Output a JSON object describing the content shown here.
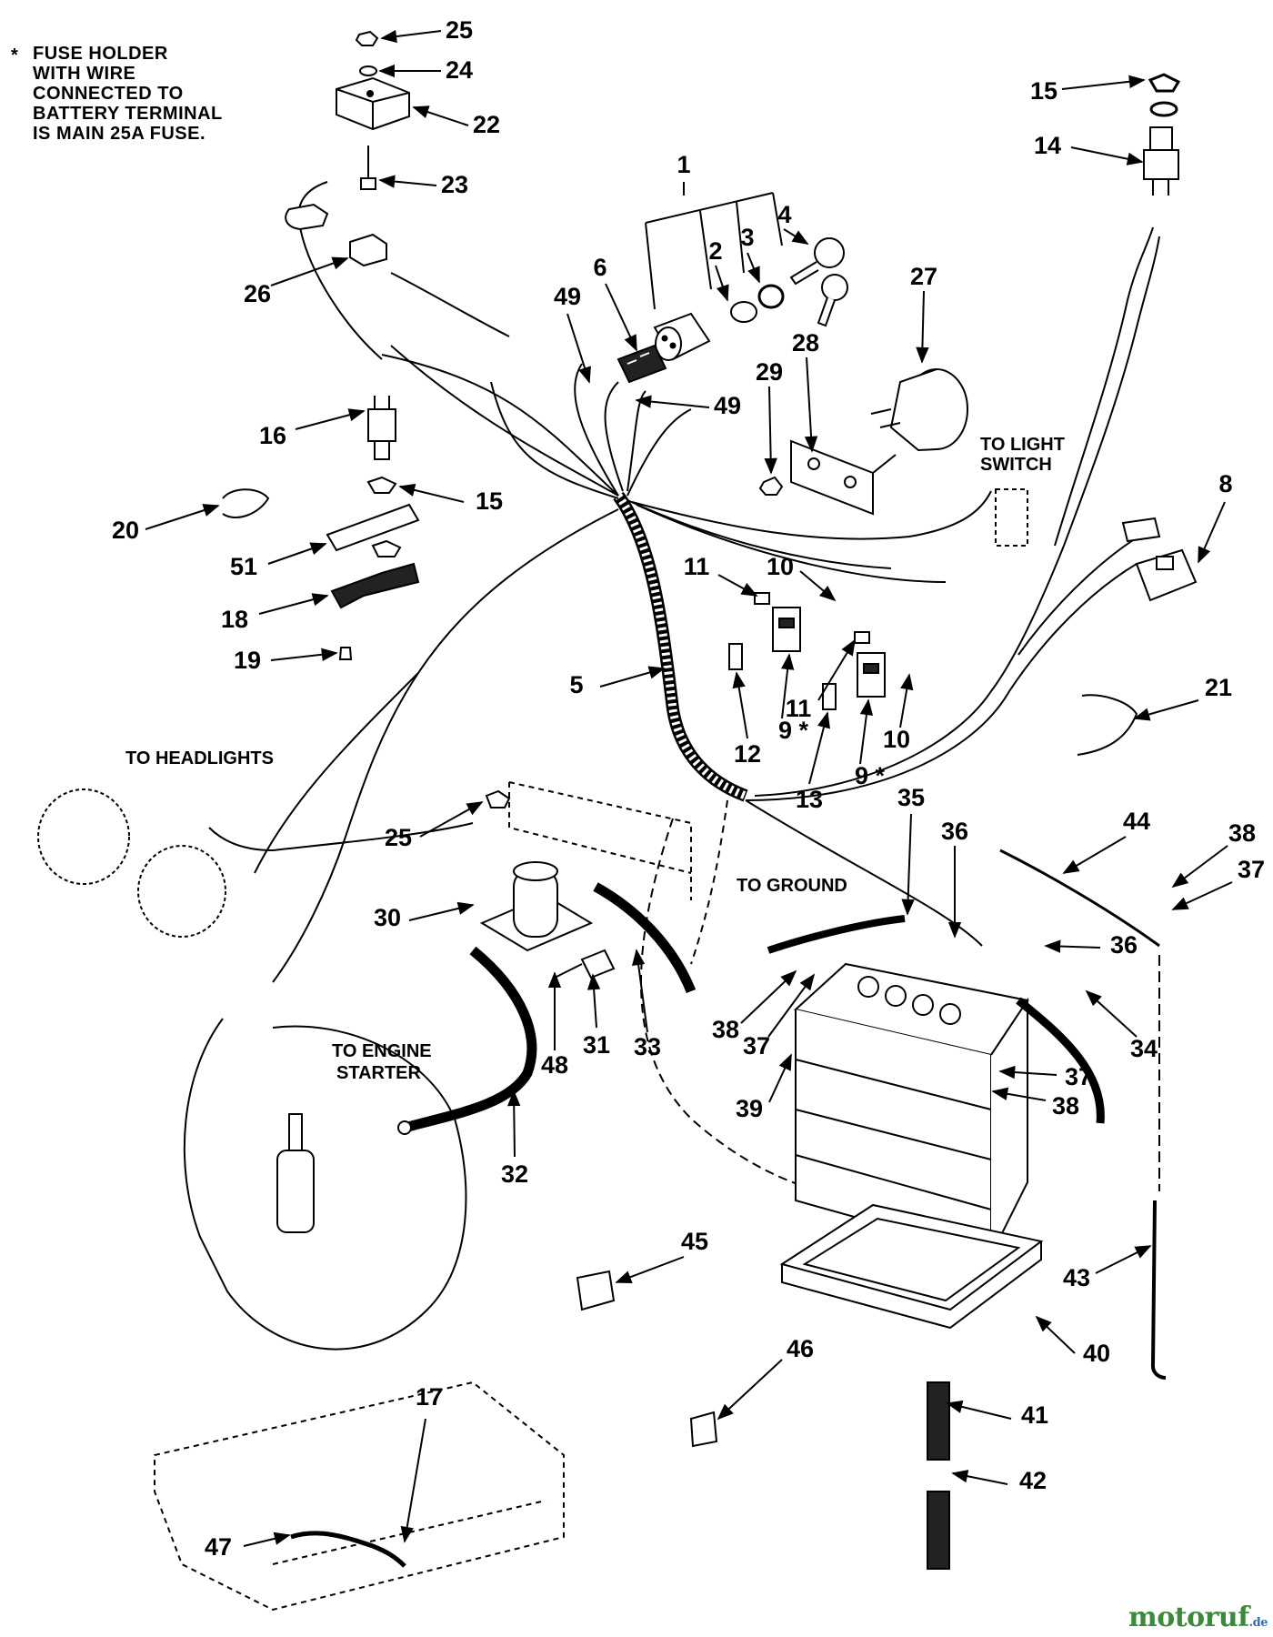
{
  "note": {
    "marker": "*",
    "lines": [
      "FUSE HOLDER",
      "WITH WIRE",
      "CONNECTED TO",
      "BATTERY TERMINAL",
      "IS MAIN 25A  FUSE."
    ]
  },
  "labels": {
    "to_light_switch_1": "TO LIGHT",
    "to_light_switch_2": "SWITCH",
    "to_headlights": "TO HEADLIGHTS",
    "to_ground": "TO GROUND",
    "to_engine_starter_1": "TO ENGINE",
    "to_engine_starter_2": "STARTER"
  },
  "callouts": [
    {
      "id": "c25a",
      "text": "25"
    },
    {
      "id": "c24",
      "text": "24"
    },
    {
      "id": "c22",
      "text": "22"
    },
    {
      "id": "c23",
      "text": "23"
    },
    {
      "id": "c26",
      "text": "26"
    },
    {
      "id": "c1",
      "text": "1"
    },
    {
      "id": "c2",
      "text": "2"
    },
    {
      "id": "c3",
      "text": "3"
    },
    {
      "id": "c4",
      "text": "4"
    },
    {
      "id": "c6",
      "text": "6"
    },
    {
      "id": "c49a",
      "text": "49"
    },
    {
      "id": "c49b",
      "text": "49"
    },
    {
      "id": "c27",
      "text": "27"
    },
    {
      "id": "c28",
      "text": "28"
    },
    {
      "id": "c29",
      "text": "29"
    },
    {
      "id": "c16",
      "text": "16"
    },
    {
      "id": "c15a",
      "text": "15"
    },
    {
      "id": "c15b",
      "text": "15"
    },
    {
      "id": "c14",
      "text": "14"
    },
    {
      "id": "c20",
      "text": "20"
    },
    {
      "id": "c51",
      "text": "51"
    },
    {
      "id": "c18",
      "text": "18"
    },
    {
      "id": "c19",
      "text": "19"
    },
    {
      "id": "c8",
      "text": "8"
    },
    {
      "id": "c11a",
      "text": "11"
    },
    {
      "id": "c10a",
      "text": "10"
    },
    {
      "id": "c5",
      "text": "5"
    },
    {
      "id": "c12",
      "text": "12"
    },
    {
      "id": "c9a",
      "text": "9 *"
    },
    {
      "id": "c11b",
      "text": "11"
    },
    {
      "id": "c13",
      "text": "13"
    },
    {
      "id": "c9b",
      "text": "9 *"
    },
    {
      "id": "c10b",
      "text": "10"
    },
    {
      "id": "c21",
      "text": "21"
    },
    {
      "id": "c25b",
      "text": "25"
    },
    {
      "id": "c35",
      "text": "35"
    },
    {
      "id": "c36a",
      "text": "36"
    },
    {
      "id": "c44",
      "text": "44"
    },
    {
      "id": "c38a",
      "text": "38"
    },
    {
      "id": "c37a",
      "text": "37"
    },
    {
      "id": "c30",
      "text": "30"
    },
    {
      "id": "c36b",
      "text": "36"
    },
    {
      "id": "c31",
      "text": "31"
    },
    {
      "id": "c48",
      "text": "48"
    },
    {
      "id": "c33",
      "text": "33"
    },
    {
      "id": "c32",
      "text": "32"
    },
    {
      "id": "c38b",
      "text": "38"
    },
    {
      "id": "c37b",
      "text": "37"
    },
    {
      "id": "c34",
      "text": "34"
    },
    {
      "id": "c37c",
      "text": "37"
    },
    {
      "id": "c38c",
      "text": "38"
    },
    {
      "id": "c39",
      "text": "39"
    },
    {
      "id": "c45",
      "text": "45"
    },
    {
      "id": "c43",
      "text": "43"
    },
    {
      "id": "c17",
      "text": "17"
    },
    {
      "id": "c46",
      "text": "46"
    },
    {
      "id": "c40",
      "text": "40"
    },
    {
      "id": "c47",
      "text": "47"
    },
    {
      "id": "c41",
      "text": "41"
    },
    {
      "id": "c42",
      "text": "42"
    }
  ],
  "watermark": {
    "brand": "motoruf",
    "tld": ".de"
  }
}
